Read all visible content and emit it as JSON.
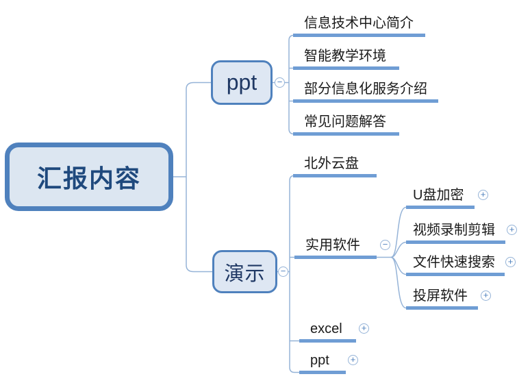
{
  "map": {
    "root": {
      "label": "汇报内容"
    },
    "branches": [
      {
        "label": "ppt",
        "toggle": "collapse",
        "children": [
          {
            "label": "信息技术中心简介"
          },
          {
            "label": "智能教学环境"
          },
          {
            "label": "部分信息化服务介绍"
          },
          {
            "label": "常见问题解答"
          }
        ]
      },
      {
        "label": "演示",
        "toggle": "collapse",
        "children": [
          {
            "label": "北外云盘"
          },
          {
            "label": "实用软件",
            "toggle": "collapse",
            "children": [
              {
                "label": "U盘加密",
                "toggle": "expand"
              },
              {
                "label": "视频录制剪辑",
                "toggle": "expand"
              },
              {
                "label": "文件快速搜索",
                "toggle": "expand"
              },
              {
                "label": "投屏软件",
                "toggle": "expand"
              }
            ]
          },
          {
            "label": "excel",
            "toggle": "expand"
          },
          {
            "label": "ppt",
            "toggle": "expand"
          }
        ]
      }
    ]
  },
  "icons": {
    "collapse_glyph": "−",
    "expand_glyph": "+"
  },
  "colors": {
    "node_border": "#4f81bd",
    "node_fill": "#dce6f1",
    "branch_bar": "#6f9dd4",
    "connector_line": "#95b3d7",
    "root_text": "#1f497d",
    "node_text": "#1f3864",
    "leaf_text": "#1a1a1a"
  }
}
